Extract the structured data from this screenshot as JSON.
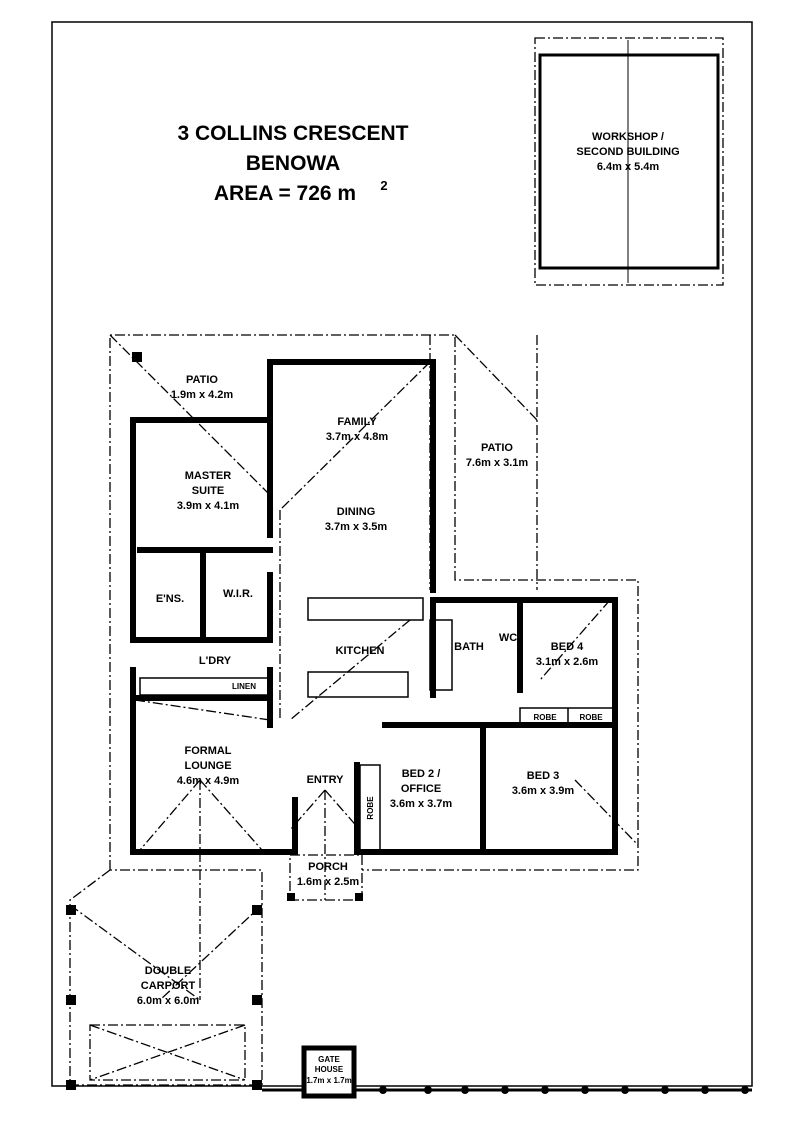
{
  "title": {
    "line1": "3 COLLINS CRESCENT",
    "line2": "BENOWA",
    "line3": "AREA = 726 m",
    "sup": "2"
  },
  "workshop": {
    "name1": "WORKSHOP /",
    "name2": "SECOND BUILDING",
    "size": "6.4m x 5.4m"
  },
  "rooms": {
    "patio_left": {
      "name": "PATIO",
      "size": "1.9m x 4.2m"
    },
    "family": {
      "name": "FAMILY",
      "size": "3.7m x 4.8m"
    },
    "master": {
      "name1": "MASTER",
      "name2": "SUITE",
      "size": "3.9m x 4.1m"
    },
    "dining": {
      "name": "DINING",
      "size": "3.7m x 3.5m"
    },
    "patio_right": {
      "name": "PATIO",
      "size": "7.6m x 3.1m"
    },
    "ensuite": {
      "name": "E'NS."
    },
    "wir": {
      "name": "W.I.R."
    },
    "kitchen": {
      "name": "KITCHEN"
    },
    "bath": {
      "name": "BATH"
    },
    "wc": {
      "name": "WC"
    },
    "bed4": {
      "name": "BED 4",
      "size": "3.1m x 2.6m"
    },
    "laundry": {
      "name": "L'DRY"
    },
    "linen": {
      "name": "LINEN"
    },
    "robe1": {
      "name": "ROBE"
    },
    "robe2": {
      "name": "ROBE"
    },
    "robe3": {
      "name": "ROBE"
    },
    "lounge": {
      "name1": "FORMAL",
      "name2": "LOUNGE",
      "size": "4.6m x 4.9m"
    },
    "entry": {
      "name": "ENTRY"
    },
    "bed2": {
      "name1": "BED 2 /",
      "name2": "OFFICE",
      "size": "3.6m x 3.7m"
    },
    "bed3": {
      "name": "BED 3",
      "size": "3.6m x 3.9m"
    },
    "porch": {
      "name": "PORCH",
      "size": "1.6m x 2.5m"
    },
    "carport": {
      "name1": "DOUBLE",
      "name2": "CARPORT",
      "size": "6.0m x 6.0m"
    },
    "gatehouse": {
      "name1": "GATE",
      "name2": "HOUSE",
      "size": "1.7m x 1.7m"
    }
  }
}
